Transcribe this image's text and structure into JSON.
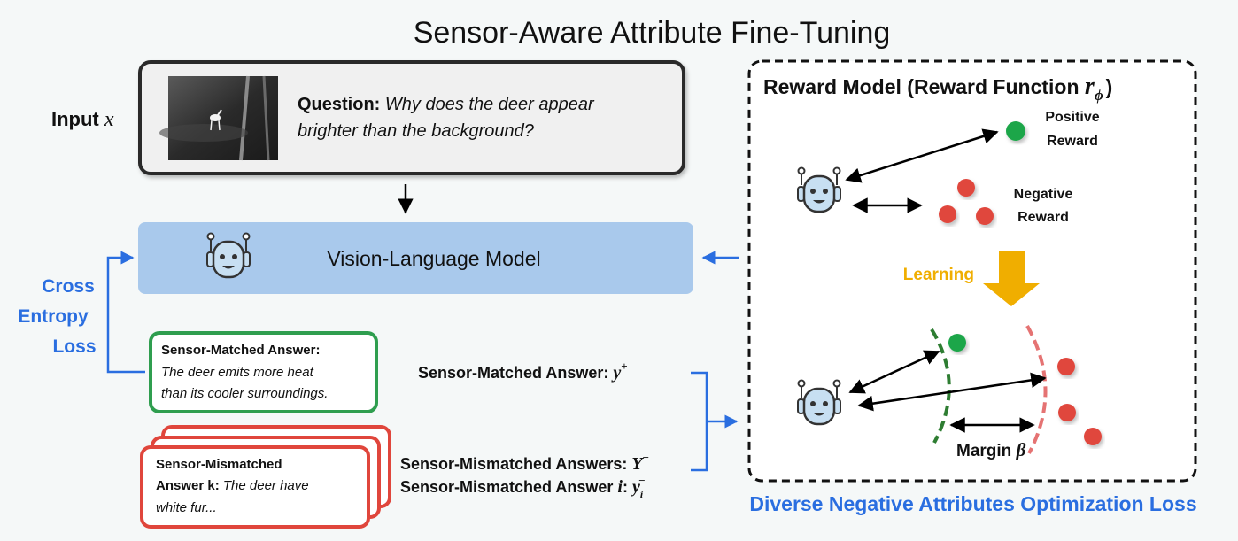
{
  "title": "Sensor-Aware Attribute Fine-Tuning",
  "input": {
    "label": "Input",
    "symbol": "x",
    "question_prefix": "Question:",
    "question_line1": "Why does the deer appear",
    "question_line2": "brighter than the background?"
  },
  "vlm": {
    "label": "Vision-Language Model"
  },
  "cross_entropy": {
    "line1": "Cross",
    "line2": "Entropy",
    "line3": "Loss"
  },
  "matched_box": {
    "heading": "Sensor-Matched Answer:",
    "line1": "The deer emits more heat",
    "line2": "than its cooler surroundings."
  },
  "mismatched_box": {
    "heading": "Sensor-Mismatched",
    "answer_prefix": "Answer k:",
    "line1_text": "The deer have",
    "line2": "white fur..."
  },
  "labels": {
    "matched": "Sensor-Matched Answer:",
    "matched_sym": "y",
    "matched_sup": "+",
    "mismatched_set": "Sensor-Mismatched Answers:",
    "mismatched_set_sym": "Y",
    "mismatched_set_sup": "−",
    "mismatched_i": "Sensor-Mismatched Answer",
    "mismatched_i_idx": "i",
    "mismatched_i_sym": "y",
    "mismatched_i_sub": "i",
    "mismatched_i_sup": "−"
  },
  "reward_model": {
    "title": "Reward Model (Reward Function",
    "sym": "r",
    "sub": "ϕ",
    "close": ")",
    "positive_line1": "Positive",
    "positive_line2": "Reward",
    "negative_line1": "Negative",
    "negative_line2": "Reward",
    "learning": "Learning",
    "margin": "Margin",
    "margin_sym": "β"
  },
  "bottom_label": "Diverse Negative Attributes Optimization Loss",
  "colors": {
    "blue": "#2a6ee0",
    "vlm_fill": "#a9c9ec",
    "green": "#2f9e4f",
    "green_dot": "#1ea64a",
    "red": "#e0463c",
    "learning": "#f0ae00",
    "robot_face": "#c7dff2"
  }
}
